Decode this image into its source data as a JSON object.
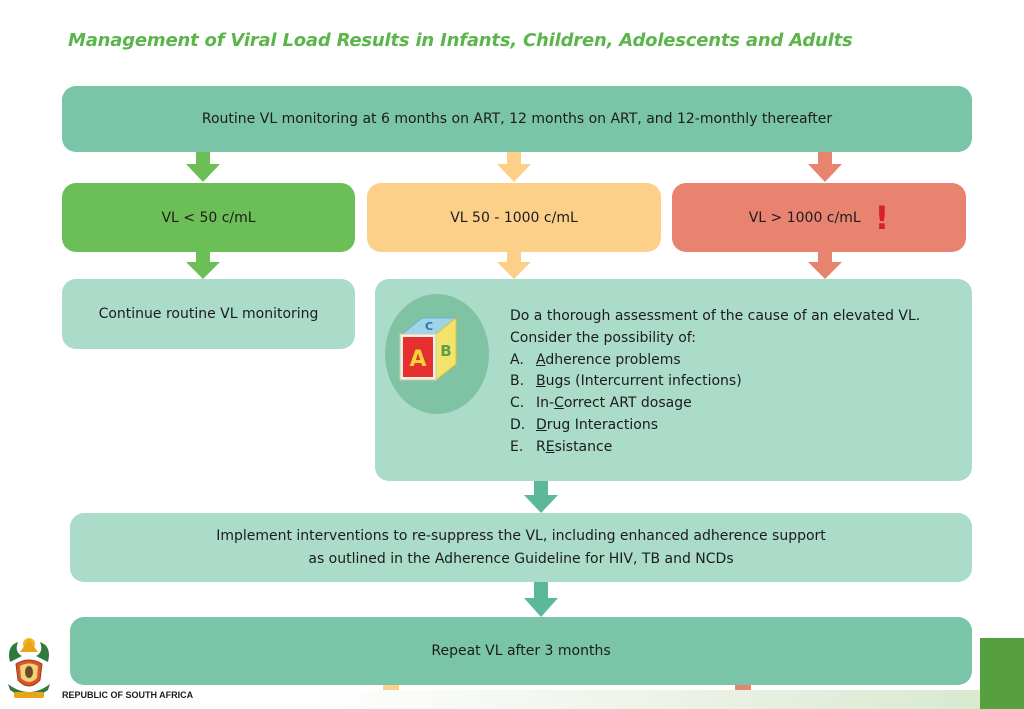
{
  "title": "Management of Viral Load Results in Infants, Children, Adolescents and Adults",
  "routine": "Routine VL monitoring at 6 months on ART, 12 months on ART, and 12-monthly thereafter",
  "branches": {
    "low": "VL < 50 c/mL",
    "mid": "VL 50 - 1000 c/mL",
    "high": "VL > 1000 c/mL",
    "high_mark": "!"
  },
  "continue": "Continue routine VL monitoring",
  "assessment": {
    "line1": "Do a thorough assessment of the cause of an elevated VL.",
    "line2": "Consider the possibility of:",
    "items": [
      {
        "letter": "A.",
        "key": "A",
        "rest": "dherence problems"
      },
      {
        "letter": "B.",
        "key": "B",
        "rest": "ugs (Intercurrent infections)"
      },
      {
        "letter": "C.",
        "pre": "In-",
        "key": "C",
        "rest": "orrect ART dosage"
      },
      {
        "letter": "D.",
        "key": "D",
        "rest": "rug Interactions"
      },
      {
        "letter": "E.",
        "pre": "R",
        "key": "E",
        "rest": "sistance"
      }
    ],
    "block_letters": [
      "A",
      "B",
      "C"
    ]
  },
  "interventions": {
    "line1": "Implement interventions to re-suppress the VL, including enhanced adherence support",
    "line2": "as outlined in the Adherence Guideline for HIV, TB and NCDs"
  },
  "repeat": "Repeat VL after 3 months",
  "footer": "REPUBLIC OF SOUTH AFRICA",
  "colors": {
    "teal": "#7ac4a8",
    "light_teal": "#abdbc9",
    "green": "#6cbf57",
    "yellow": "#fdd08a",
    "red": "#e8836f"
  }
}
